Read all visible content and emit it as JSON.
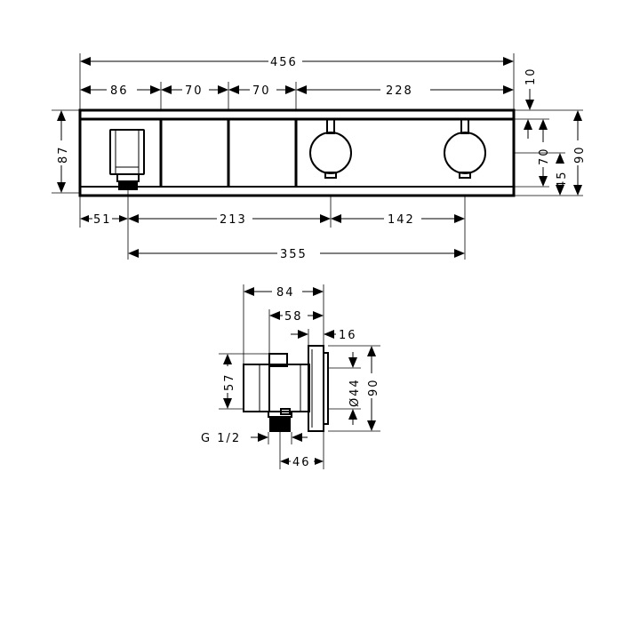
{
  "front_view": {
    "dims": {
      "overall_width": "456",
      "seg_1": "86",
      "seg_2": "70",
      "seg_3": "70",
      "seg_4": "228",
      "top_offset": "10",
      "left_height": "87",
      "valve_height": "70",
      "centre_height": "45",
      "overall_height": "90",
      "outlet_offset": "51",
      "outlet_to_valve1": "213",
      "valve1_to_valve2": "142",
      "outlet_to_valve2": "355"
    }
  },
  "side_view": {
    "dims": {
      "depth_total": "84",
      "depth_body": "58",
      "plate_thickness": "16",
      "body_height": "57",
      "rosette_diameter": "Ø44",
      "plate_height": "90",
      "thread": "G 1/2",
      "thread_offset": "46"
    }
  }
}
